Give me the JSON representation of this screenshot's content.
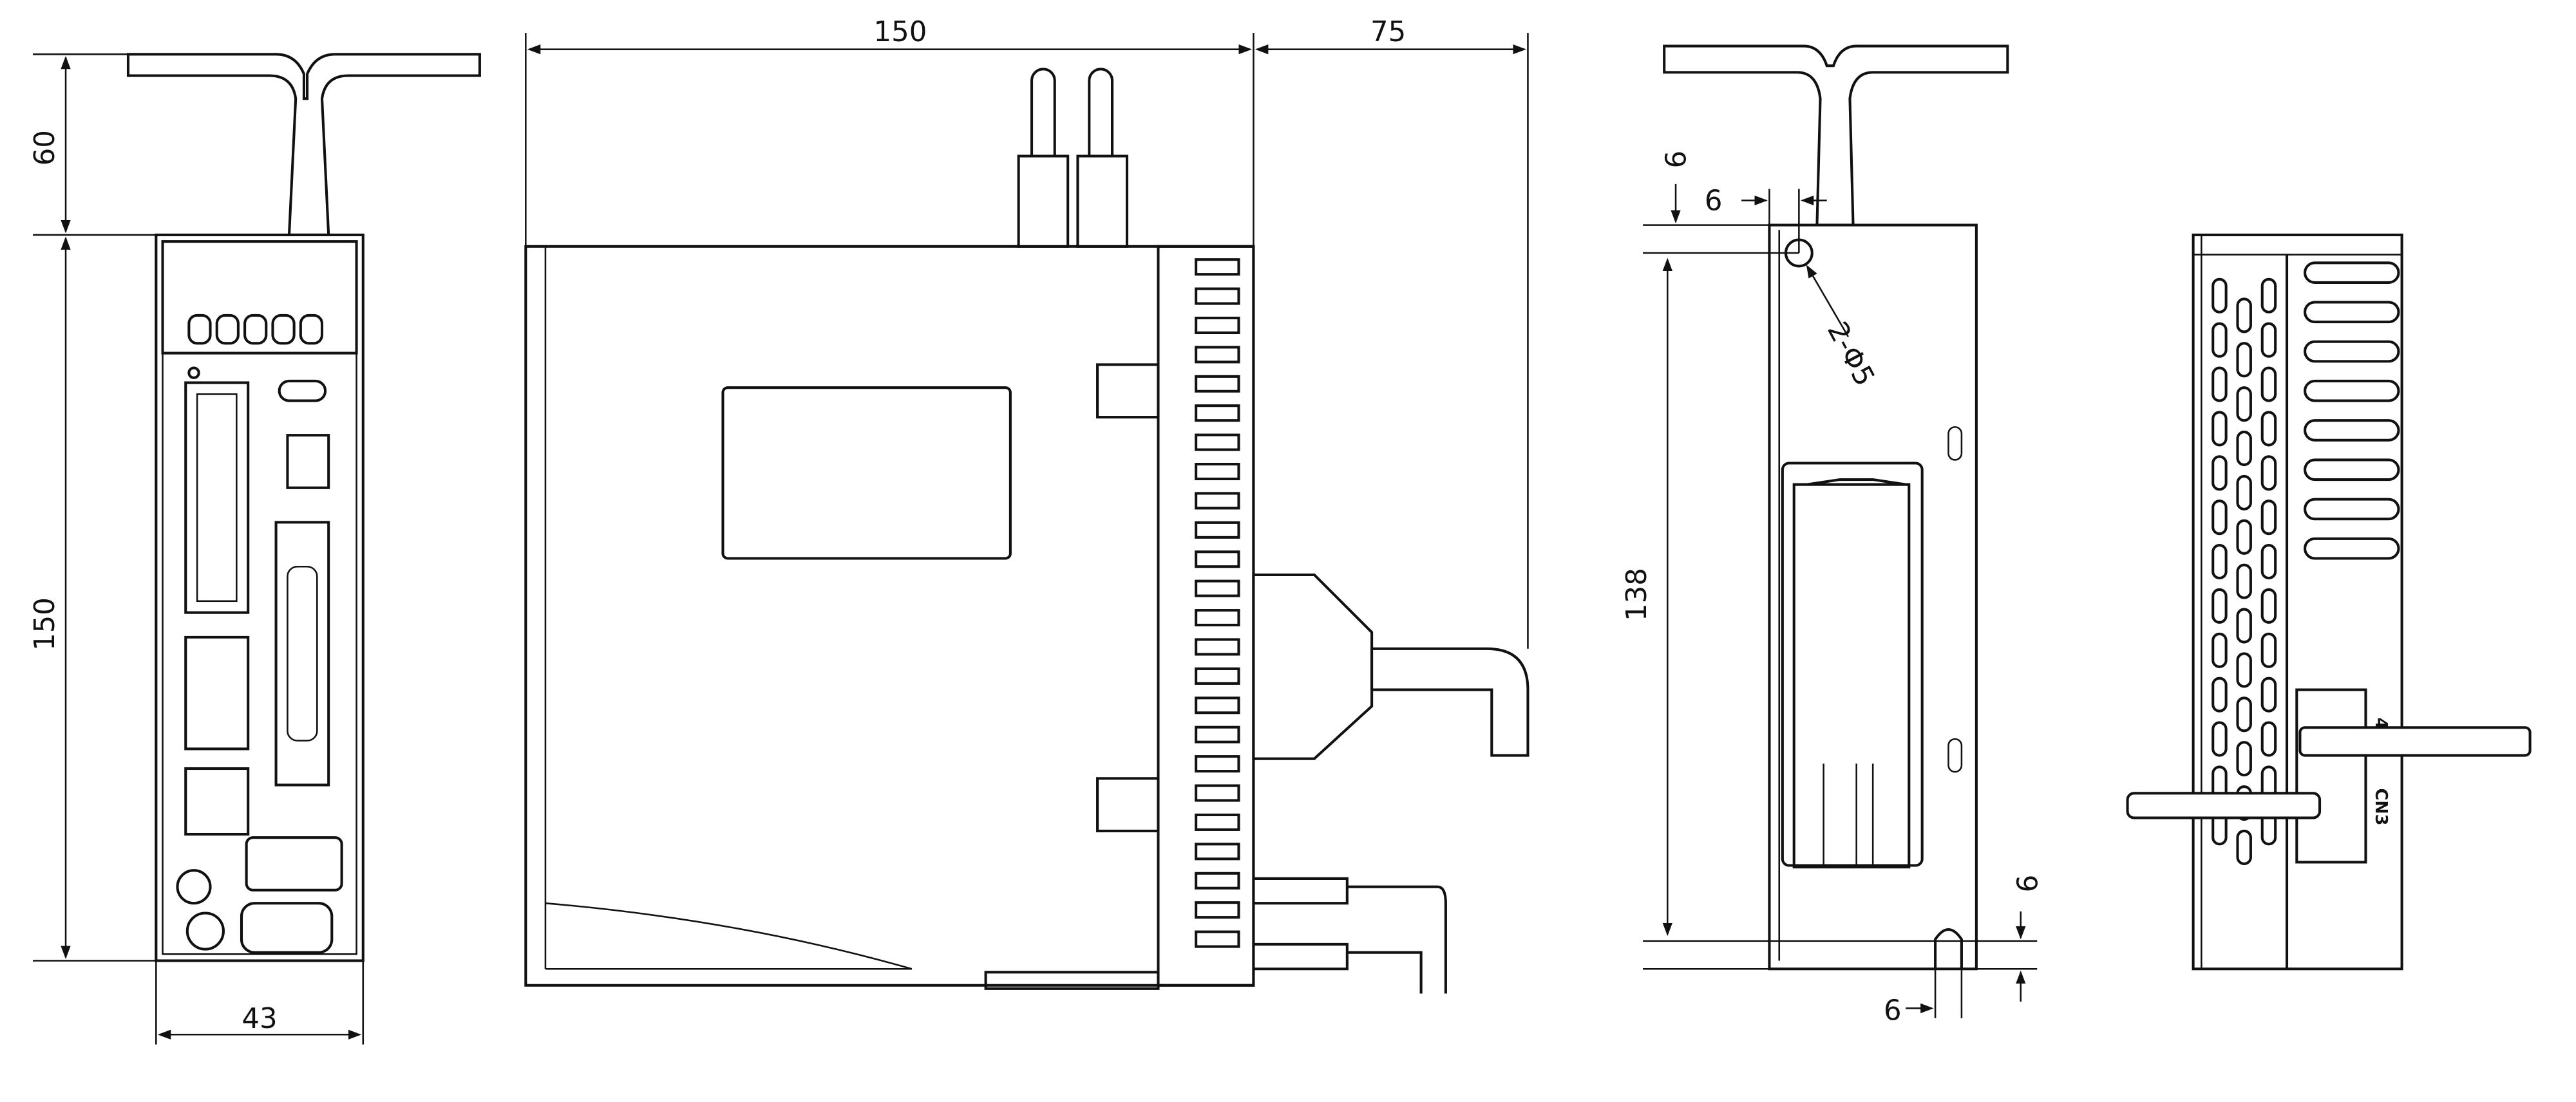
{
  "front_view": {
    "height_antenna": "60",
    "height_body": "150",
    "width": "43"
  },
  "side_view": {
    "depth": "150",
    "cable_clearance": "75"
  },
  "mounting_view": {
    "top_offset": "6",
    "left_offset": "6",
    "hole_spec": "2-Φ5",
    "hole_pitch": "138",
    "bottom_offset": "6",
    "bottom_left_offset": "6"
  },
  "rear_view": {
    "connector_label": "CN3",
    "pin_label": "4"
  }
}
